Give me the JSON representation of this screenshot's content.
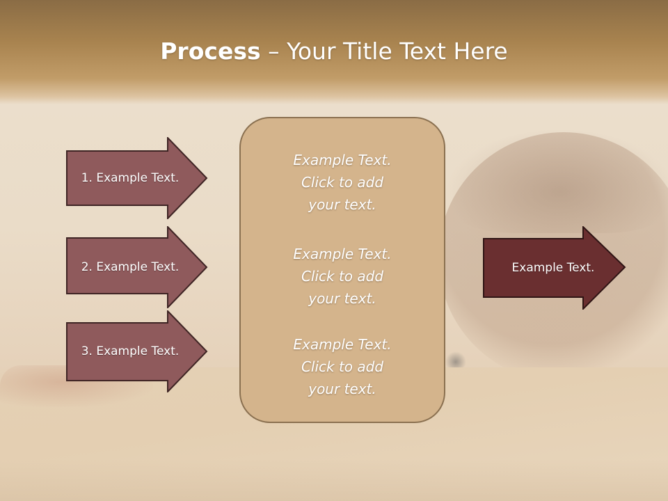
{
  "title": {
    "bold": "Process",
    "rest": " – Your Title Text Here"
  },
  "left_arrows": [
    {
      "label": "1. Example Text."
    },
    {
      "label": "2. Example Text."
    },
    {
      "label": "3. Example Text."
    }
  ],
  "center_box": {
    "blocks": [
      "Example Text.\nClick  to add\nyour text.",
      "Example Text.\nClick  to add\nyour text.",
      "Example Text.\nClick  to add\nyour text."
    ]
  },
  "right_arrow": {
    "label": "Example Text."
  },
  "colors": {
    "left_arrow_fill": "#8f5a5c",
    "right_arrow_fill": "#6a2f30",
    "center_box_fill": "#d4b48c",
    "title_band": "#a8834f"
  }
}
